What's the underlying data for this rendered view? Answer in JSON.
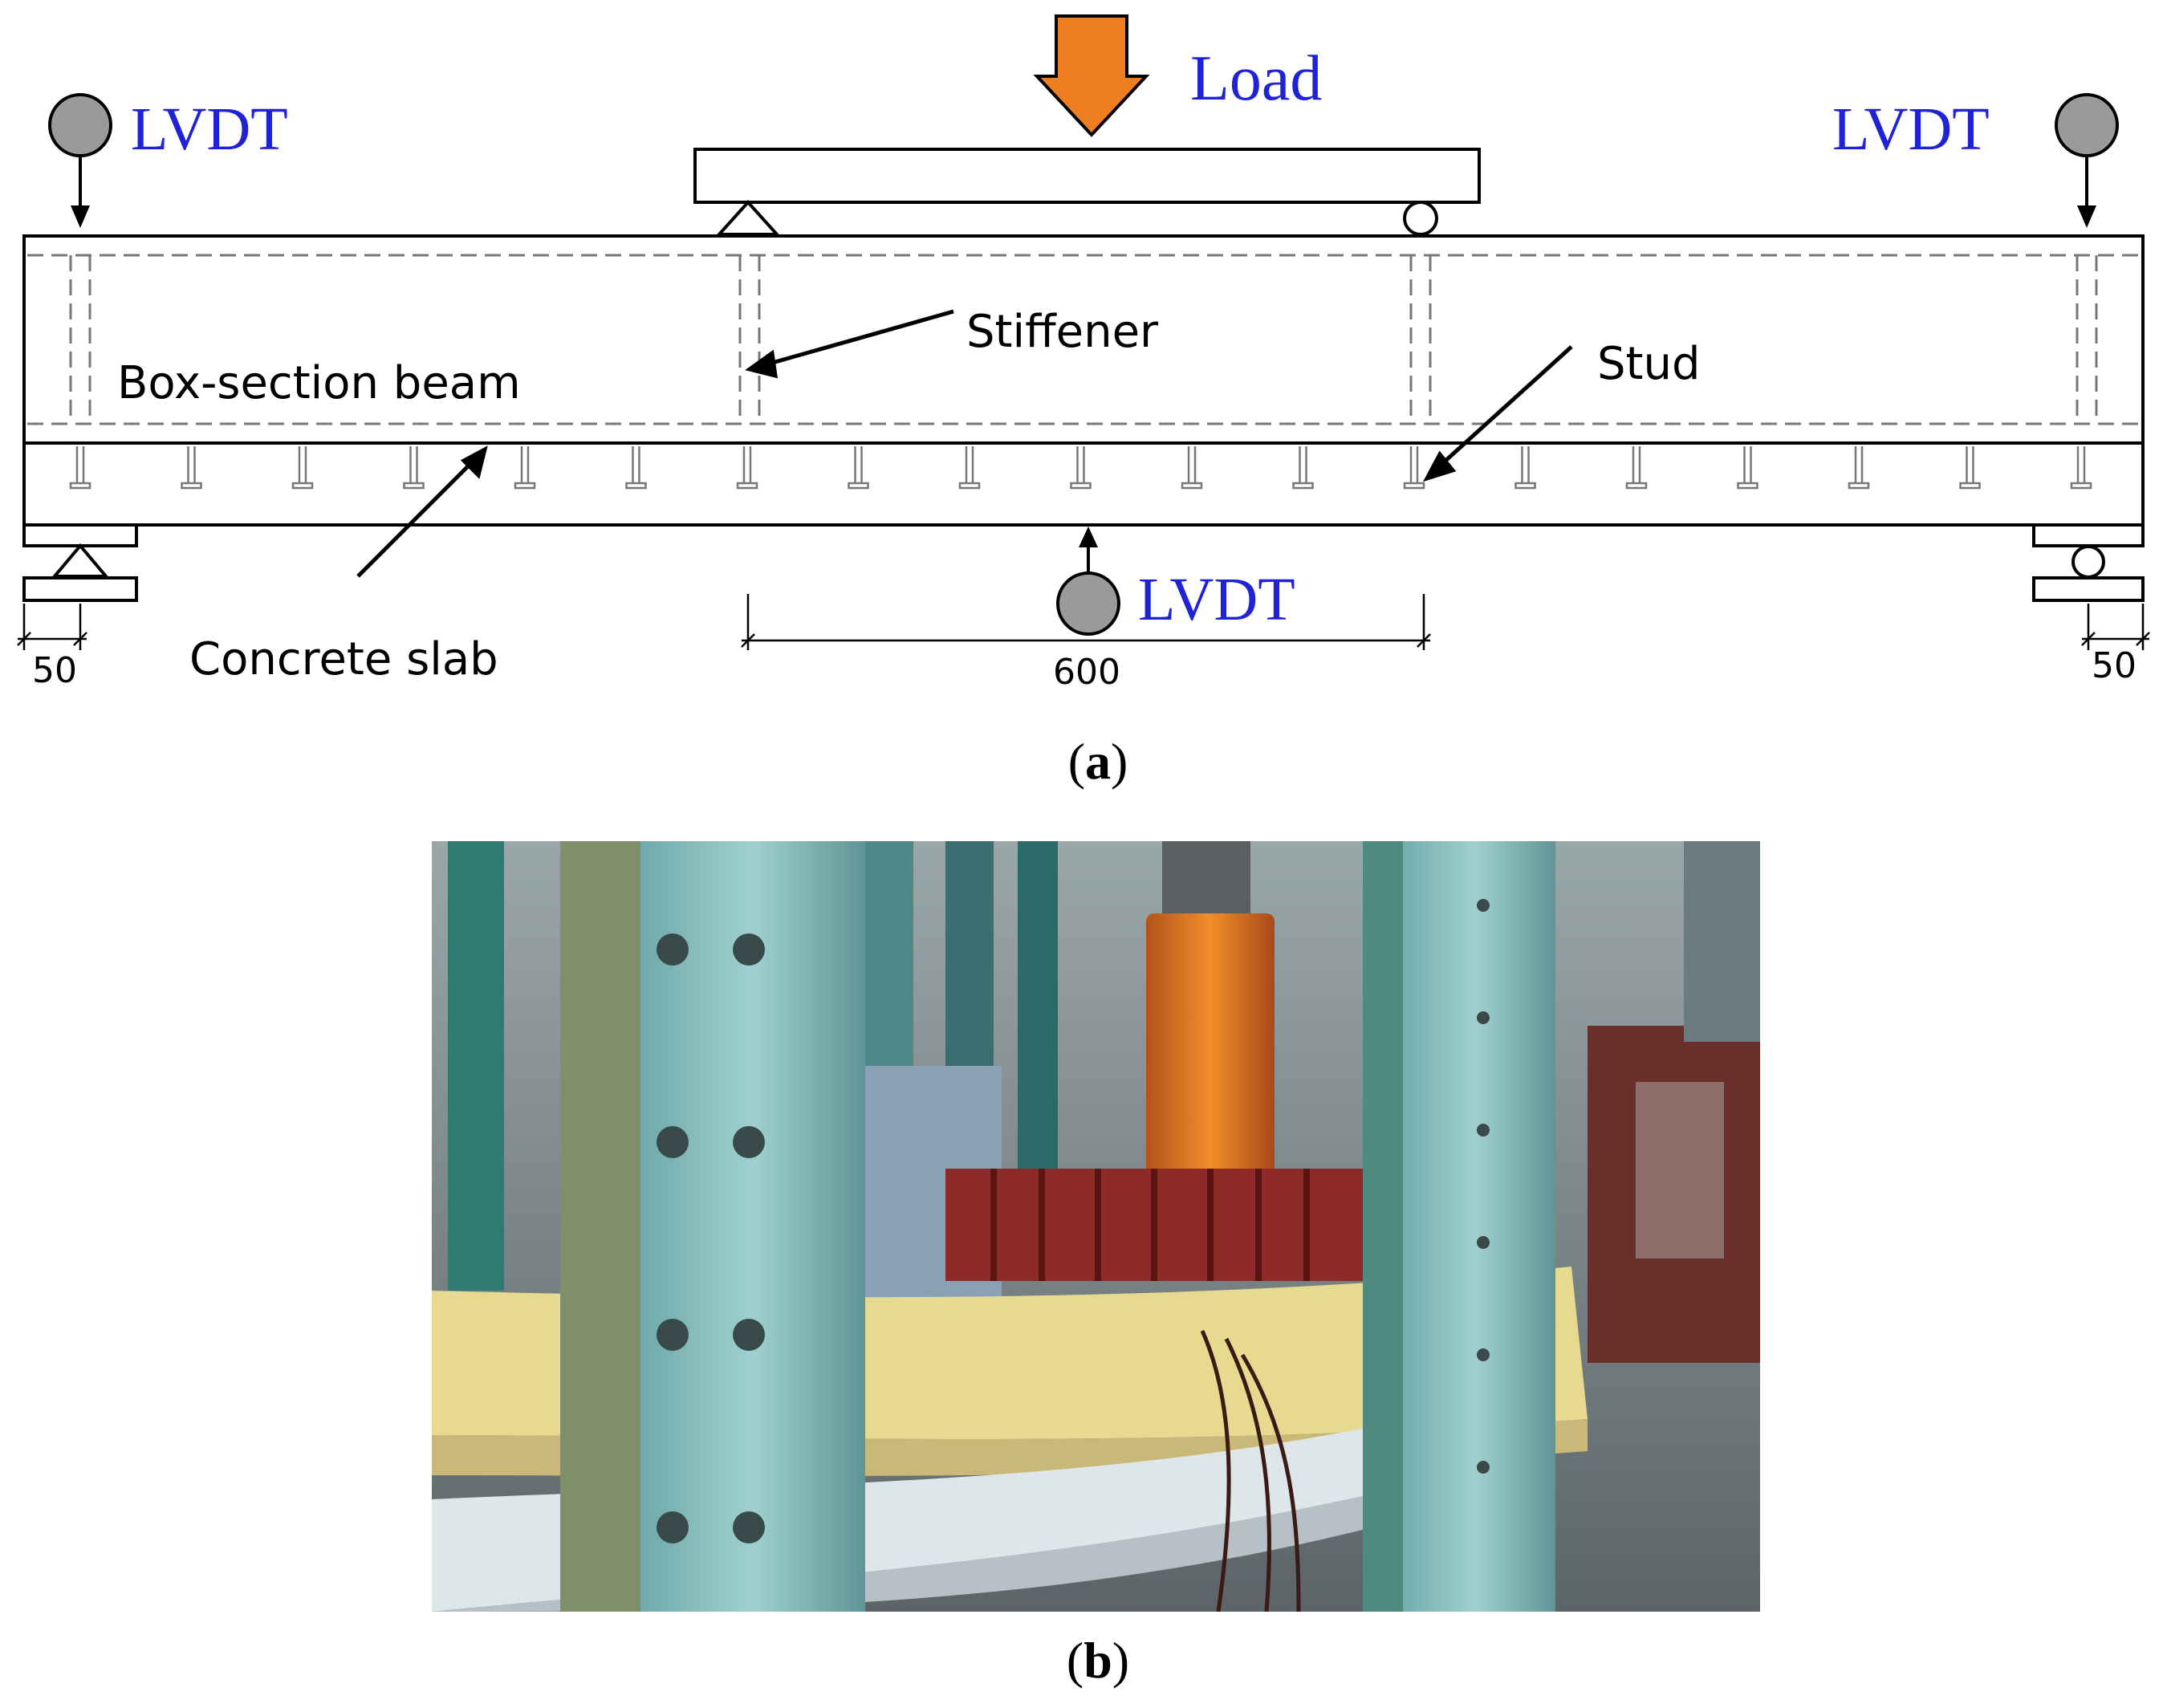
{
  "diagram": {
    "labels": {
      "load": "Load",
      "lvdt_left": "LVDT",
      "lvdt_right": "LVDT",
      "lvdt_bottom": "LVDT",
      "stiffener": "Stiffener",
      "stud": "Stud",
      "box_section_beam": "Box-section beam",
      "concrete_slab": "Concrete slab"
    },
    "dimensions": {
      "left_support": "50",
      "right_support": "50",
      "mid_span": "600"
    },
    "colors": {
      "label_blue": "#1f22d6",
      "load_arrow": "#ef7d22",
      "lvdt_gray": "#9a9a9a"
    }
  },
  "captions": {
    "a": "a",
    "b": "b"
  },
  "photo": {
    "description_icon": "test-setup-photo",
    "colors": {
      "column": "#8fc6c6",
      "jack": "#e38022",
      "beam": "#8e2a27",
      "girder": "#e6d990",
      "slab": "#dfe6ea"
    }
  }
}
